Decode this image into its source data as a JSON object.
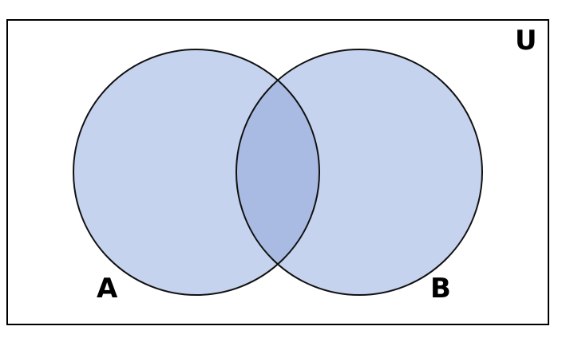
{
  "diagram": {
    "universe_label": "U",
    "sets": [
      {
        "label": "A"
      },
      {
        "label": "B"
      }
    ],
    "colors": {
      "background": "#ffffff",
      "border": "#000000",
      "set_fill": "#c5d3ee",
      "intersection_fill": "#a9bbe3",
      "text": "#000000"
    }
  }
}
